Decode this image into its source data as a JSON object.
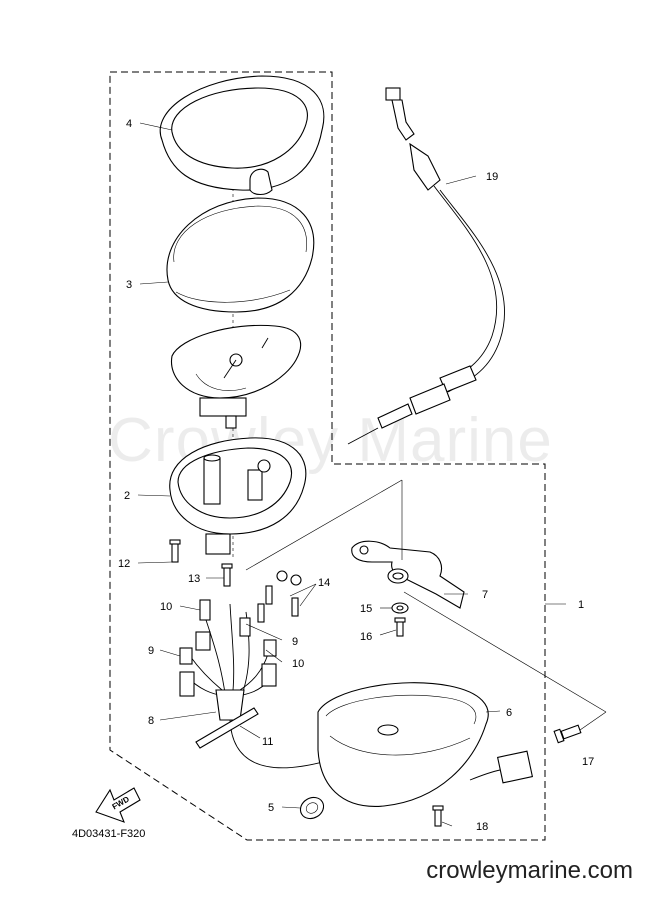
{
  "diagram": {
    "watermark": "Crowley Marine",
    "drawing_code": "4D03431-F320",
    "fwd_label": "FWD",
    "site": "crowleymarine.com",
    "callouts": [
      "1",
      "2",
      "3",
      "4",
      "5",
      "6",
      "7",
      "8",
      "9",
      "9",
      "10",
      "10",
      "11",
      "12",
      "13",
      "14",
      "15",
      "16",
      "17",
      "18",
      "19"
    ]
  }
}
